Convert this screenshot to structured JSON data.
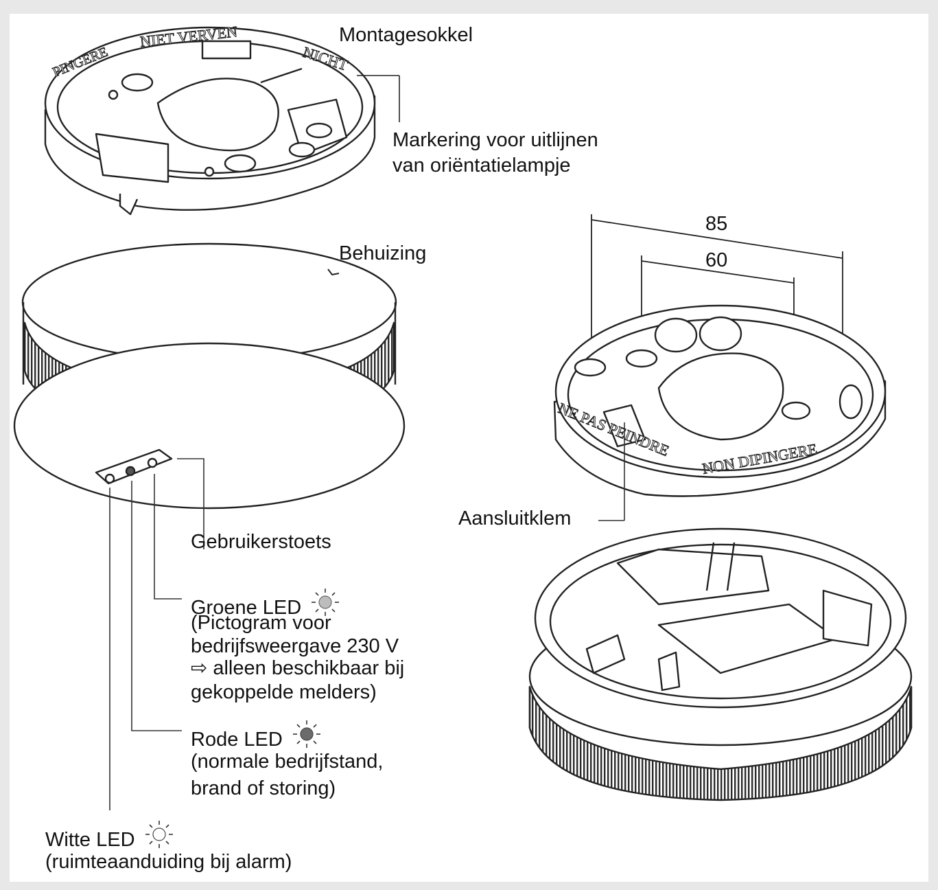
{
  "labels": {
    "mounting_base": "Montagesokkel",
    "alignment_mark_line1": "Markering voor uitlijnen",
    "alignment_mark_line2": "van oriëntatielampje",
    "housing": "Behuizing",
    "dim_outer": "85",
    "dim_inner": "60",
    "terminal": "Aansluitklem",
    "user_button": "Gebruikerstoets",
    "green_led": "Groene LED",
    "green_led_desc_line1": "(Pictogram voor",
    "green_led_desc_line2": "bedrijfsweergave 230 V",
    "green_led_desc_line3": "⇨ alleen beschikbaar bij",
    "green_led_desc_line4": "gekoppelde melders)",
    "red_led": "Rode LED",
    "red_led_desc_line1": "(normale bedrijfstand,",
    "red_led_desc_line2": "brand of storing)",
    "white_led": "Witte LED",
    "white_led_desc": "(ruimteaanduiding bij alarm)"
  },
  "engraved_text": {
    "base_top_1": "NIET VERVEN",
    "base_top_2": "NICHT",
    "base_top_left": "PINGERE",
    "base_right_1": "NE PAS PEINDRE",
    "base_right_2": "NON DIPINGERE"
  },
  "icons": {
    "green_led": "sun-icon",
    "red_led": "sun-icon",
    "white_led": "sun-icon",
    "arrow": "right-arrow-icon"
  },
  "colors": {
    "background": "#e8e8e8",
    "panel": "#ffffff",
    "line": "#222222",
    "green_led_fill": "#bdbdbd",
    "red_led_fill": "#6b6b6b",
    "white_led_fill": "#ffffff"
  }
}
